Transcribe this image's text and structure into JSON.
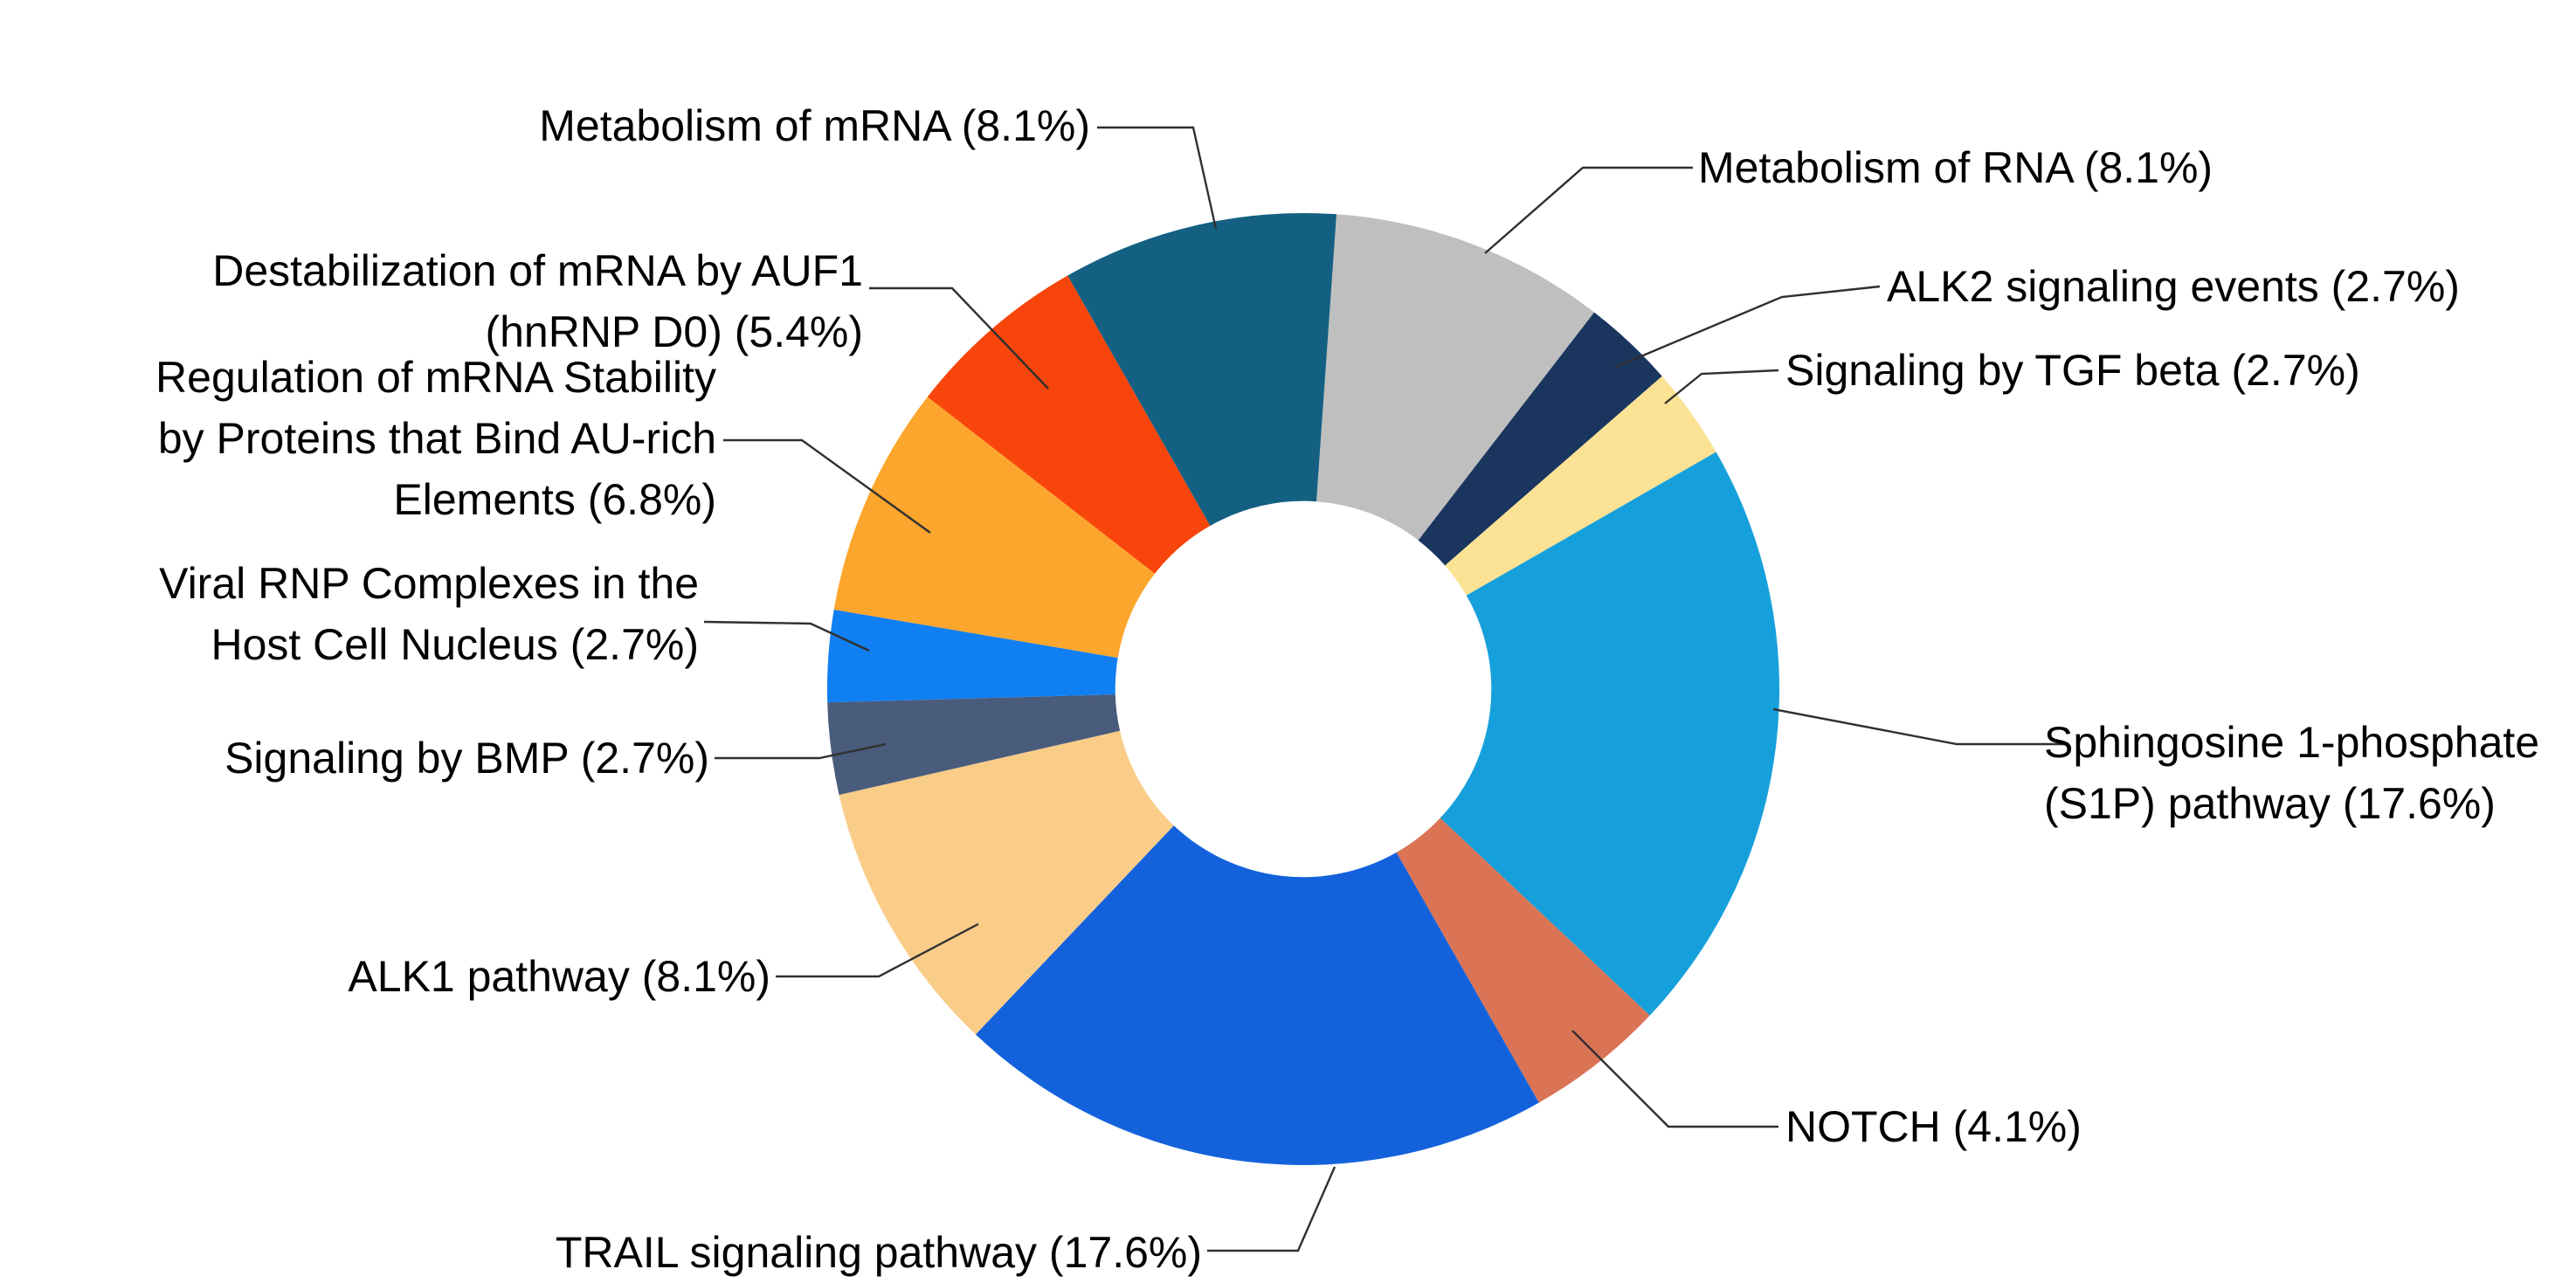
{
  "page": {
    "background_color": "#FFFFFF",
    "description": "Donut chart of pathway enrichment percentages with labeled callouts"
  },
  "chart_data": {
    "type": "pie",
    "subtype": "donut",
    "title": "",
    "legend_position": "none",
    "unit": "percent",
    "start_angle_deg": 4,
    "inner_radius_ratio": 0.395,
    "slices": [
      {
        "id": "metabolism_rna",
        "label": "Metabolism of RNA",
        "pct": 8.1,
        "color": "#BFBFBF"
      },
      {
        "id": "alk2",
        "label": "ALK2 signaling events",
        "pct": 2.7,
        "color": "#1A355E"
      },
      {
        "id": "tgf",
        "label": "Signaling by TGF beta",
        "pct": 2.7,
        "color": "#FCE294"
      },
      {
        "id": "s1p",
        "label": "Sphingosine 1-phosphate (S1P) pathway",
        "pct": 17.6,
        "color": "#16A0DB"
      },
      {
        "id": "notch",
        "label": "NOTCH",
        "pct": 4.1,
        "color": "#DB7355"
      },
      {
        "id": "trail",
        "label": "TRAIL signaling pathway",
        "pct": 17.6,
        "color": "#1362DC"
      },
      {
        "id": "alk1",
        "label": "ALK1 pathway",
        "pct": 8.1,
        "color": "#F9CD88"
      },
      {
        "id": "bmp",
        "label": "Signaling by BMP",
        "pct": 2.7,
        "color": "#4A5C7C"
      },
      {
        "id": "viral",
        "label": "Viral RNP Complexes in the Host Cell Nucleus",
        "pct": 2.7,
        "color": "#0F7FF2"
      },
      {
        "id": "regulation",
        "label": "Regulation of mRNA Stability by Proteins that Bind AU-rich Elements",
        "pct": 6.8,
        "color": "#FCA62D"
      },
      {
        "id": "destabilization",
        "label": "Destabilization of mRNA by AUF1 (hnRNP D0)",
        "pct": 5.4,
        "color": "#F8450B"
      },
      {
        "id": "metabolism_mrna",
        "label": "Metabolism of mRNA",
        "pct": 8.1,
        "color": "#146082"
      }
    ],
    "leader_line_color": "#303030"
  },
  "callouts": {
    "metabolism_mrna": {
      "lines": [
        "Metabolism of mRNA (8.1%)"
      ]
    },
    "destabilization": {
      "lines": [
        "Destabilization of mRNA by AUF1",
        "(hnRNP D0) (5.4%)"
      ]
    },
    "regulation": {
      "lines": [
        "Regulation of mRNA Stability",
        "by Proteins that Bind AU-rich",
        "Elements (6.8%)"
      ]
    },
    "viral": {
      "lines": [
        "Viral RNP Complexes in the",
        "Host Cell Nucleus (2.7%)"
      ]
    },
    "bmp": {
      "lines": [
        "Signaling by BMP (2.7%)"
      ]
    },
    "alk1": {
      "lines": [
        "ALK1 pathway (8.1%)"
      ]
    },
    "trail": {
      "lines": [
        "TRAIL signaling pathway (17.6%)"
      ]
    },
    "metabolism_rna": {
      "lines": [
        "Metabolism of RNA (8.1%)"
      ]
    },
    "alk2": {
      "lines": [
        "ALK2 signaling events (2.7%)"
      ]
    },
    "tgf": {
      "lines": [
        "Signaling by TGF beta (2.7%)"
      ]
    },
    "s1p": {
      "lines": [
        "Sphingosine 1-phosphate",
        "(S1P) pathway (17.6%)"
      ]
    },
    "notch": {
      "lines": [
        "NOTCH (4.1%)"
      ]
    }
  }
}
